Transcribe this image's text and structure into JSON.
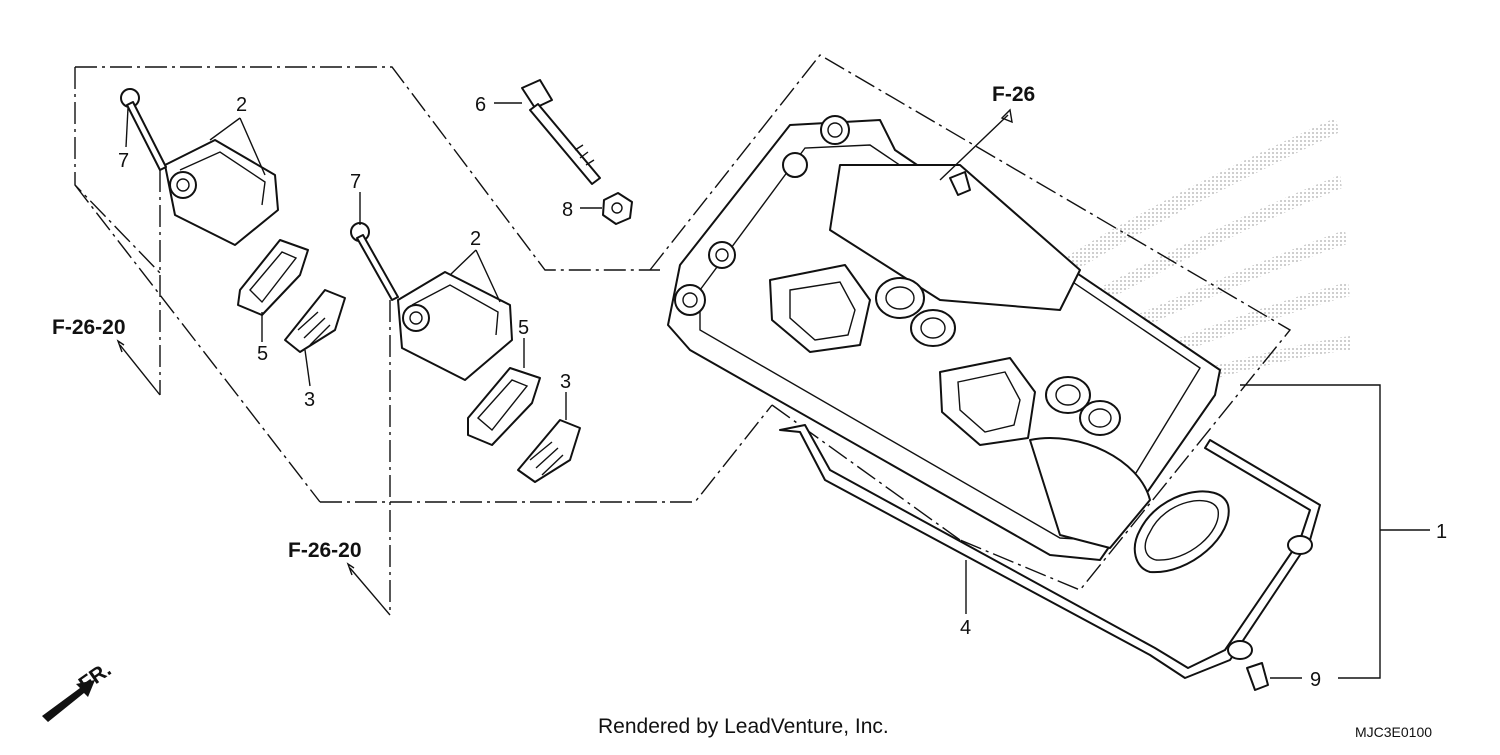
{
  "diagram": {
    "refs": {
      "f26": "F-26",
      "f2620_left": "F-26-20",
      "f2620_bottom": "F-26-20"
    },
    "callouts": [
      "1",
      "2",
      "2",
      "3",
      "3",
      "4",
      "5",
      "5",
      "6",
      "7",
      "7",
      "8",
      "9"
    ],
    "direction_label": "FR.",
    "footer_text": "Rendered by LeadVenture, Inc.",
    "diagram_code": "MJC3E0100"
  }
}
